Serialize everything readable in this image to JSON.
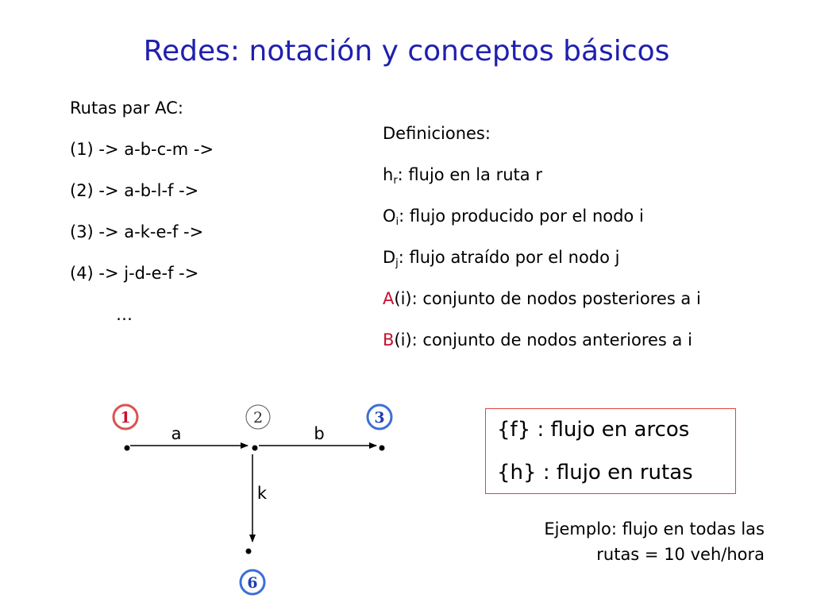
{
  "title": "Redes: notación y conceptos básicos",
  "routes": {
    "heading": "Rutas par AC:",
    "items": [
      "(1) -> a-b-c-m ->",
      "(2) -> a-b-l-f ->",
      "(3) -> a-k-e-f ->",
      "(4) -> j-d-e-f ->"
    ],
    "ellipsis": "…"
  },
  "definitions": {
    "heading": "Definiciones:",
    "items": [
      {
        "sym": "h",
        "sub": "r",
        "text": ": flujo en la ruta r"
      },
      {
        "sym": "O",
        "sub": "i",
        "text": ": flujo producido por el nodo i"
      },
      {
        "sym": "D",
        "sub": "j",
        "text": ": flujo atraído por el nodo j"
      },
      {
        "sym": "A",
        "sub": "",
        "text": "(i): conjunto de nodos posteriores a i"
      },
      {
        "sym": "B",
        "sub": "",
        "text": "(i): conjunto de nodos anteriores a i"
      }
    ]
  },
  "network": {
    "nodes": [
      {
        "label": "1",
        "highlight": "red"
      },
      {
        "label": "2",
        "highlight": "none"
      },
      {
        "label": "3",
        "highlight": "blue"
      },
      {
        "label": "6",
        "highlight": "blue"
      }
    ],
    "arcs": [
      {
        "label": "a",
        "from": "1",
        "to": "2"
      },
      {
        "label": "b",
        "from": "2",
        "to": "3"
      },
      {
        "label": "k",
        "from": "2",
        "to": "6"
      }
    ]
  },
  "box": {
    "line1": "{f} : flujo en arcos",
    "line2": "{h} : flujo en rutas"
  },
  "example": {
    "line1": "Ejemplo: flujo en todas las",
    "line2": "rutas = 10 veh/hora"
  },
  "colors": {
    "title": "#1f1fb0",
    "red_circle": "#d9534f",
    "blue_circle": "#3b6fd6",
    "box_border": "#dd4444",
    "highlight_text": "#c8102e"
  }
}
